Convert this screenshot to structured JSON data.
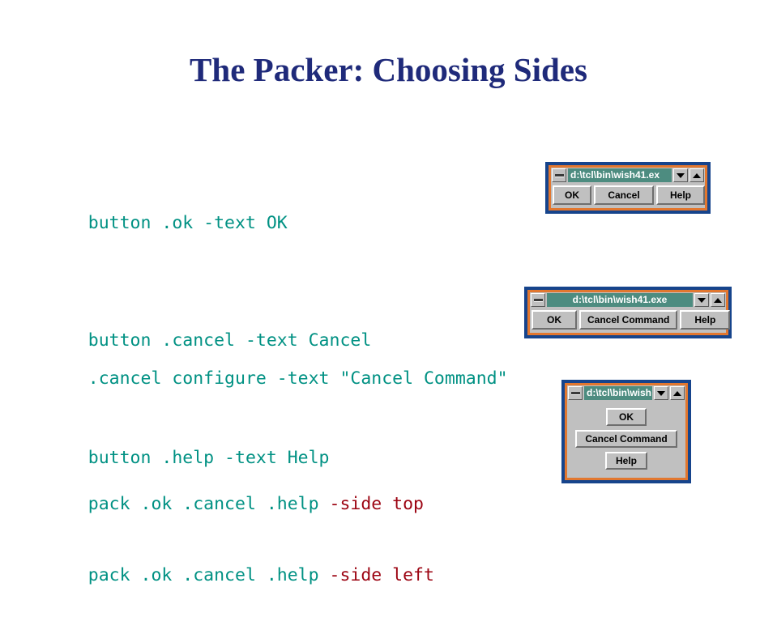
{
  "slide": {
    "title": "The Packer: Choosing Sides",
    "title_color": "#1f2a7a",
    "background": "#ffffff"
  },
  "colors": {
    "code_teal": "#009183",
    "code_red": "#9c0412",
    "window_frame_outer": "#16448c",
    "window_frame_inner": "#e2772f",
    "titlebar_teal": "#4d8c80",
    "button_face": "#c0c0c0"
  },
  "code_blocks": [
    {
      "id": "code-block-1",
      "lines": [
        {
          "teal": "button .ok -text OK",
          "red": ""
        },
        {
          "teal": "button .cancel -text Cancel",
          "red": ""
        },
        {
          "teal": "button .help -text Help",
          "red": ""
        },
        {
          "teal": "pack .ok .cancel .help ",
          "red": "-side left"
        }
      ]
    },
    {
      "id": "code-block-2",
      "lines": [
        {
          "teal": ".cancel configure -text \"Cancel Command\"",
          "red": ""
        }
      ]
    },
    {
      "id": "code-block-3",
      "lines": [
        {
          "teal": "pack .ok .cancel .help ",
          "red": "-side top"
        }
      ]
    }
  ],
  "windows": [
    {
      "id": "tk-window-left-pack",
      "title": "d:\\tcl\\bin\\wish41.ex",
      "title_align": "left",
      "layout": "row",
      "minimize_icon": "minimize-icon",
      "restore_icon": "arrow-down-icon",
      "maximize_icon": "arrow-up-icon",
      "buttons": [
        {
          "label": "OK"
        },
        {
          "label": "Cancel"
        },
        {
          "label": "Help"
        }
      ]
    },
    {
      "id": "tk-window-wide-pack",
      "title": "d:\\tcl\\bin\\wish41.exe",
      "title_align": "center",
      "layout": "row",
      "minimize_icon": "minimize-icon",
      "restore_icon": "arrow-down-icon",
      "maximize_icon": "arrow-up-icon",
      "buttons": [
        {
          "label": "OK"
        },
        {
          "label": "Cancel Command"
        },
        {
          "label": "Help"
        }
      ]
    },
    {
      "id": "tk-window-top-pack",
      "title": "d:\\tcl\\bin\\wish",
      "title_align": "left",
      "layout": "col",
      "minimize_icon": "minimize-icon",
      "restore_icon": "arrow-down-icon",
      "maximize_icon": "arrow-up-icon",
      "buttons": [
        {
          "label": "OK"
        },
        {
          "label": "Cancel Command"
        },
        {
          "label": "Help"
        }
      ]
    }
  ]
}
